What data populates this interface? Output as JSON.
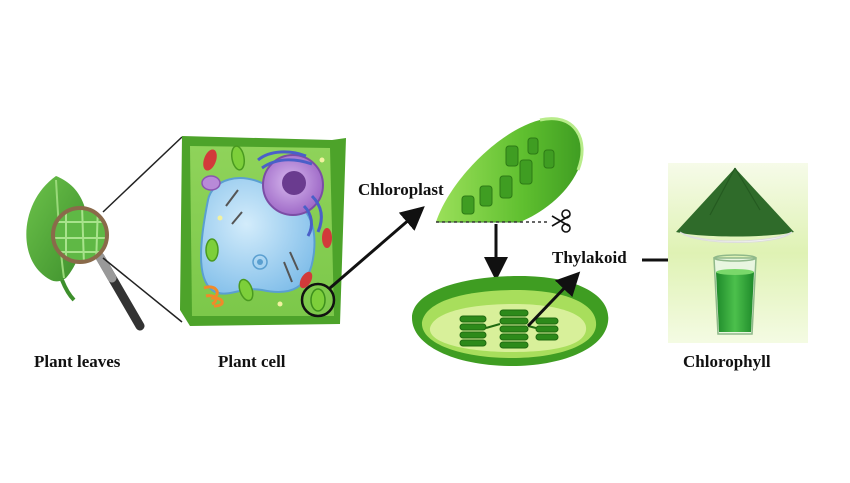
{
  "labels": {
    "plant_leaves": "Plant leaves",
    "plant_cell": "Plant cell",
    "chloroplast": "Chloroplast",
    "thylakoid": "Thylakoid",
    "chlorophyll": "Chlorophyll"
  },
  "icons": [
    "leaf-icon",
    "magnifier-icon",
    "plant-cell-icon",
    "chloroplast-icon",
    "scissors-icon",
    "chloroplast-cross-section-icon",
    "chlorophyll-powder-icon",
    "green-juice-glass-icon"
  ],
  "colors": {
    "leaf": "#4da33a",
    "cell_wall": "#5cb82e",
    "vacuole": "#8ec9f0",
    "nucleus": "#a774c9",
    "chloroplast": "#6cc23a",
    "powder": "#2f6b2a",
    "juice": "#3aa63a"
  }
}
